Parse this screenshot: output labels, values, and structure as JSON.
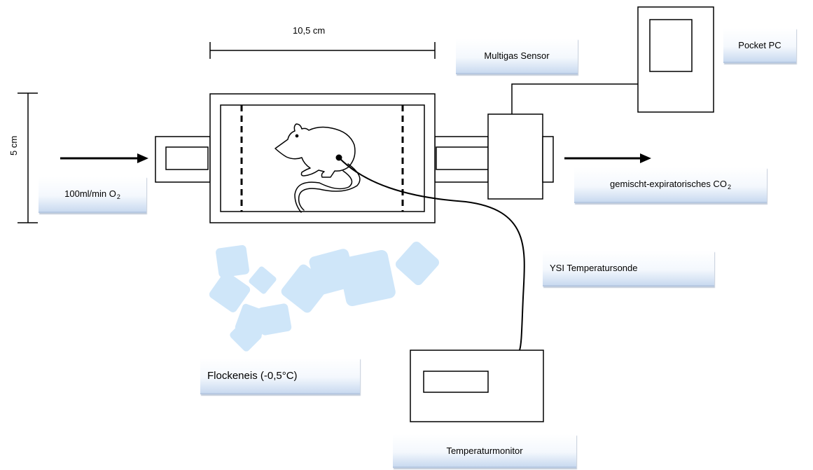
{
  "dimensions": {
    "width_label": "10,5 cm",
    "height_label": "5 cm"
  },
  "labels": {
    "multigas_sensor": "Multigas Sensor",
    "pocket_pc": "Pocket PC",
    "flow_in": "100ml/min O",
    "flow_in_sub": "2",
    "co2_out": "gemischt-expiratorisches CO",
    "co2_out_sub": "2",
    "temp_probe": "YSI Temperatursonde",
    "ice": "Flockeneis (-0,5°C)",
    "temp_monitor": "Temperaturmonitor"
  },
  "colors": {
    "line": "#000000",
    "label_gradient_bottom": "#c9daf0",
    "ice_fill": "#a9d3f5"
  }
}
